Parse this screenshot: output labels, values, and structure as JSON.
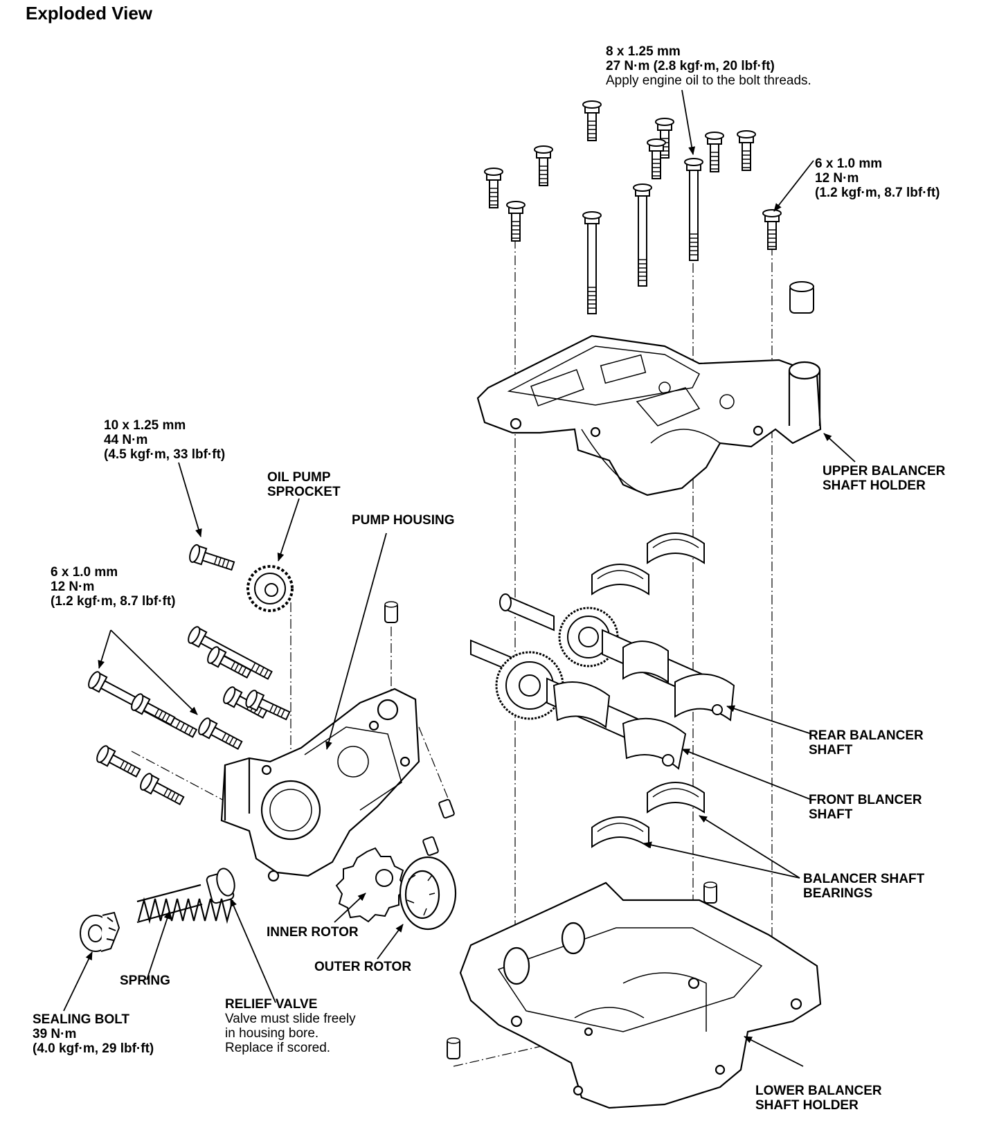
{
  "title": "Exploded View",
  "spec_top_bolt": {
    "size": "8 x 1.25 mm",
    "torque": "27 N·m (2.8 kgf·m, 20 lbf·ft)",
    "note": "Apply engine oil to the bolt threads."
  },
  "spec_small_bolt_right": {
    "size": "6 x 1.0 mm",
    "torque": "12 N·m",
    "torque_alt": "(1.2 kgf·m, 8.7 lbf·ft)"
  },
  "spec_sprocket_bolt": {
    "size": "10 x 1.25 mm",
    "torque": "44 N·m",
    "torque_alt": "(4.5 kgf·m, 33 lbf·ft)"
  },
  "spec_small_bolt_left": {
    "size": "6 x 1.0 mm",
    "torque": "12 N·m",
    "torque_alt": "(1.2 kgf·m, 8.7 lbf·ft)"
  },
  "parts": {
    "oil_pump_sprocket": [
      "OIL PUMP",
      "SPROCKET"
    ],
    "pump_housing": "PUMP HOUSING",
    "upper_holder": [
      "UPPER BALANCER",
      "SHAFT HOLDER"
    ],
    "rear_shaft": [
      "REAR BALANCER",
      "SHAFT"
    ],
    "front_shaft": [
      "FRONT BLANCER",
      "SHAFT"
    ],
    "bearings": [
      "BALANCER SHAFT",
      "BEARINGS"
    ],
    "inner_rotor": "INNER ROTOR",
    "outer_rotor": "OUTER ROTOR",
    "spring": "SPRING",
    "relief_valve": {
      "name": "RELIEF VALVE",
      "notes": [
        "Valve must slide freely",
        "in housing bore.",
        "Replace if scored."
      ]
    },
    "sealing_bolt": {
      "name": "SEALING BOLT",
      "torque": "39 N·m",
      "torque_alt": "(4.0 kgf·m, 29 lbf·ft)"
    },
    "lower_holder": [
      "LOWER BALANCER",
      "SHAFT HOLDER"
    ]
  }
}
